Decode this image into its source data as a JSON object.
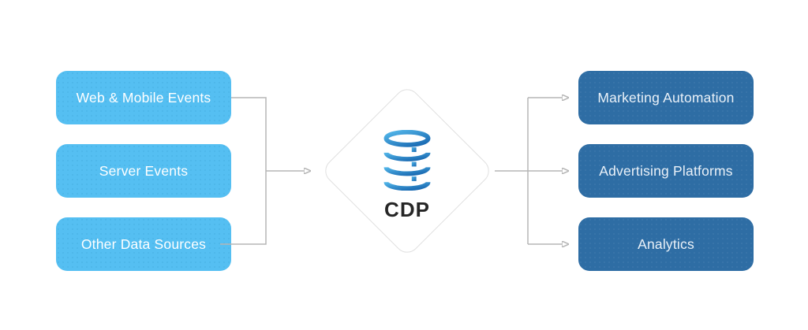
{
  "sources": [
    {
      "label": "Web & Mobile Events"
    },
    {
      "label": "Server Events"
    },
    {
      "label": "Other Data Sources"
    }
  ],
  "hub": {
    "label": "CDP",
    "icon": "database-icon"
  },
  "destinations": [
    {
      "label": "Marketing Automation"
    },
    {
      "label": "Advertising Platforms"
    },
    {
      "label": "Analytics"
    }
  ],
  "colors": {
    "source_fill": "#55BFF2",
    "source_text": "#FFFFFF",
    "destination_fill": "#2E6DA4",
    "destination_text": "#EAF1F8",
    "connector_line": "#B5B5B5",
    "connector_arrow": "#9E9E9E",
    "diamond_border": "#E0E0E0",
    "diamond_fill": "#FFFFFF",
    "hub_label_color": "#262626",
    "icon_gradient_start": "#53B7EA",
    "icon_gradient_end": "#1766AF"
  }
}
